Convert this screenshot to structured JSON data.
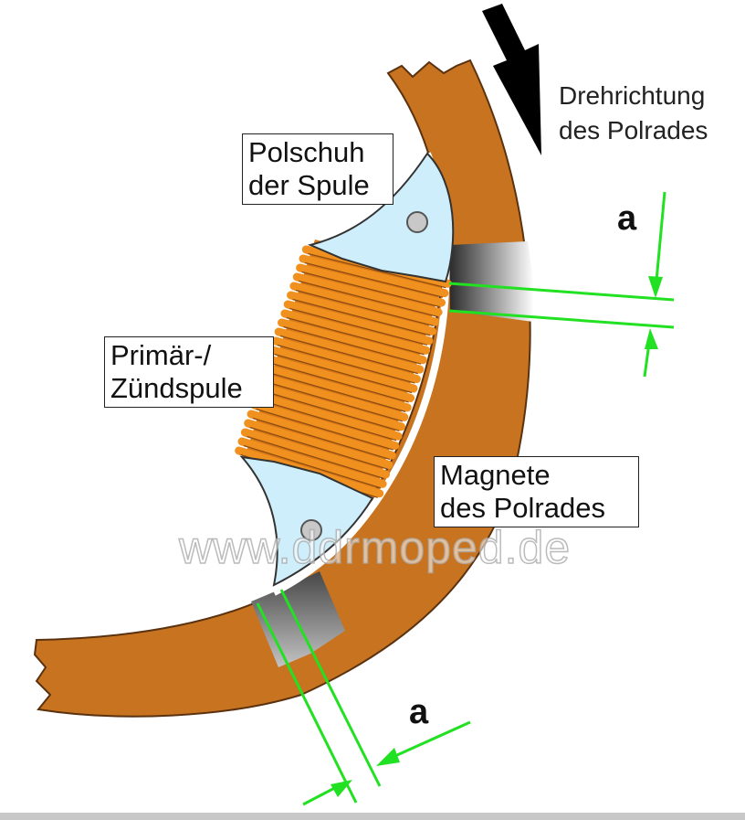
{
  "labels": {
    "rotation_line1": "Drehrichtung",
    "rotation_line2": "des Polrades",
    "pole_shoe_line1": "Polschuh",
    "pole_shoe_line2": "der Spule",
    "coil_line1": "Primär-/",
    "coil_line2": "Zündspule",
    "magnets_line1": "Magnete",
    "magnets_line2": "des Polrades",
    "gap_top": "a",
    "gap_bottom": "a",
    "watermark": "www.ddrmoped.de"
  },
  "colors": {
    "rotor": "#c8731f",
    "coil": "#f0901e",
    "pole_shoe": "#cdeefa",
    "dimension": "#22e022",
    "arrow": "#000000"
  }
}
